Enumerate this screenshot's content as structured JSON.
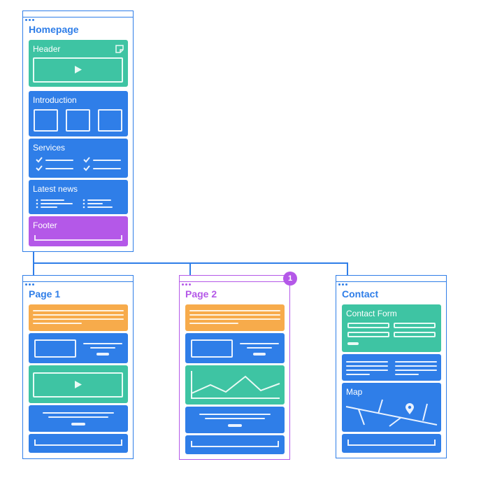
{
  "pages": {
    "homepage": {
      "title": "Homepage",
      "sections": {
        "header": "Header",
        "introduction": "Introduction",
        "services": "Services",
        "latest_news": "Latest news",
        "footer": "Footer"
      }
    },
    "page1": {
      "title": "Page 1"
    },
    "page2": {
      "title": "Page 2",
      "badge": "1"
    },
    "contact": {
      "title": "Contact",
      "sections": {
        "contact_form": "Contact Form",
        "map": "Map"
      }
    }
  },
  "colors": {
    "blue": "#2f7ee8",
    "green": "#3ec4a3",
    "orange": "#f7ab4b",
    "purple": "#b458e8"
  },
  "icons": [
    "note-icon",
    "play-icon",
    "check-icon",
    "bullet-list-icon",
    "map-pin-icon",
    "line-chart-icon"
  ]
}
